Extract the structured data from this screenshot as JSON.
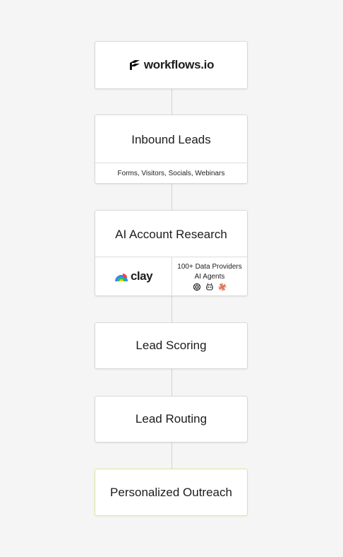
{
  "brand": {
    "name": "workflows.io"
  },
  "steps": [
    {
      "title": "Inbound Leads",
      "detail": "Forms, Visitors, Socials, Webinars"
    },
    {
      "title": "AI Account Research",
      "tool": "clay",
      "providers": "100+ Data Providers",
      "agents": "AI Agents",
      "agent_icons": [
        "openai-icon",
        "agent-bot-icon",
        "claude-icon"
      ]
    },
    {
      "title": "Lead Scoring"
    },
    {
      "title": "Lead Routing"
    },
    {
      "title": "Personalized Outreach"
    }
  ],
  "colors": {
    "background": "#f5f5f5",
    "box_border": "#d9d9d9",
    "highlight_border": "#d8e89a",
    "connector": "#d2d2d2",
    "claude_accent": "#d97757"
  }
}
